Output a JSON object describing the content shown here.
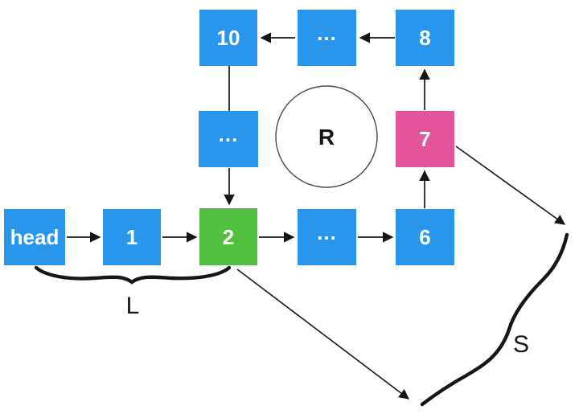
{
  "diagram": {
    "background": "#ffffff",
    "colors": {
      "node_blue": "#2996ec",
      "node_green": "#53bf40",
      "node_pink": "#e4549b",
      "line_black": "#161616",
      "node_text": "#ffffff"
    },
    "nodes": [
      {
        "id": "head",
        "label": "head",
        "color": "#2996ec"
      },
      {
        "id": "node-1",
        "label": "1",
        "color": "#2996ec"
      },
      {
        "id": "node-2",
        "label": "2",
        "color": "#53bf40"
      },
      {
        "id": "ellipsis-bottom",
        "label": "...",
        "color": "#2996ec"
      },
      {
        "id": "node-6",
        "label": "6",
        "color": "#2996ec"
      },
      {
        "id": "node-7",
        "label": "7",
        "color": "#e4549b"
      },
      {
        "id": "node-8",
        "label": "8",
        "color": "#2996ec"
      },
      {
        "id": "ellipsis-top",
        "label": "...",
        "color": "#2996ec"
      },
      {
        "id": "node-10",
        "label": "10",
        "color": "#2996ec"
      },
      {
        "id": "ellipsis-left",
        "label": "...",
        "color": "#2996ec"
      }
    ],
    "edges": [
      {
        "from": "head",
        "to": "1",
        "arrow": true
      },
      {
        "from": "1",
        "to": "2",
        "arrow": true
      },
      {
        "from": "2",
        "to": "...",
        "arrow": true
      },
      {
        "from": "...",
        "to": "6",
        "arrow": true
      },
      {
        "from": "6",
        "to": "7",
        "arrow": true
      },
      {
        "from": "7",
        "to": "8",
        "arrow": true
      },
      {
        "from": "8",
        "to": "...",
        "arrow": true
      },
      {
        "from": "...",
        "to": "10",
        "arrow": true
      },
      {
        "from": "10",
        "to": "...",
        "arrow": false
      },
      {
        "from": "...",
        "to": "2",
        "arrow": true
      }
    ],
    "annotations": {
      "ring_label": "R",
      "left_brace_label": "L",
      "right_brace_label": "S"
    }
  }
}
